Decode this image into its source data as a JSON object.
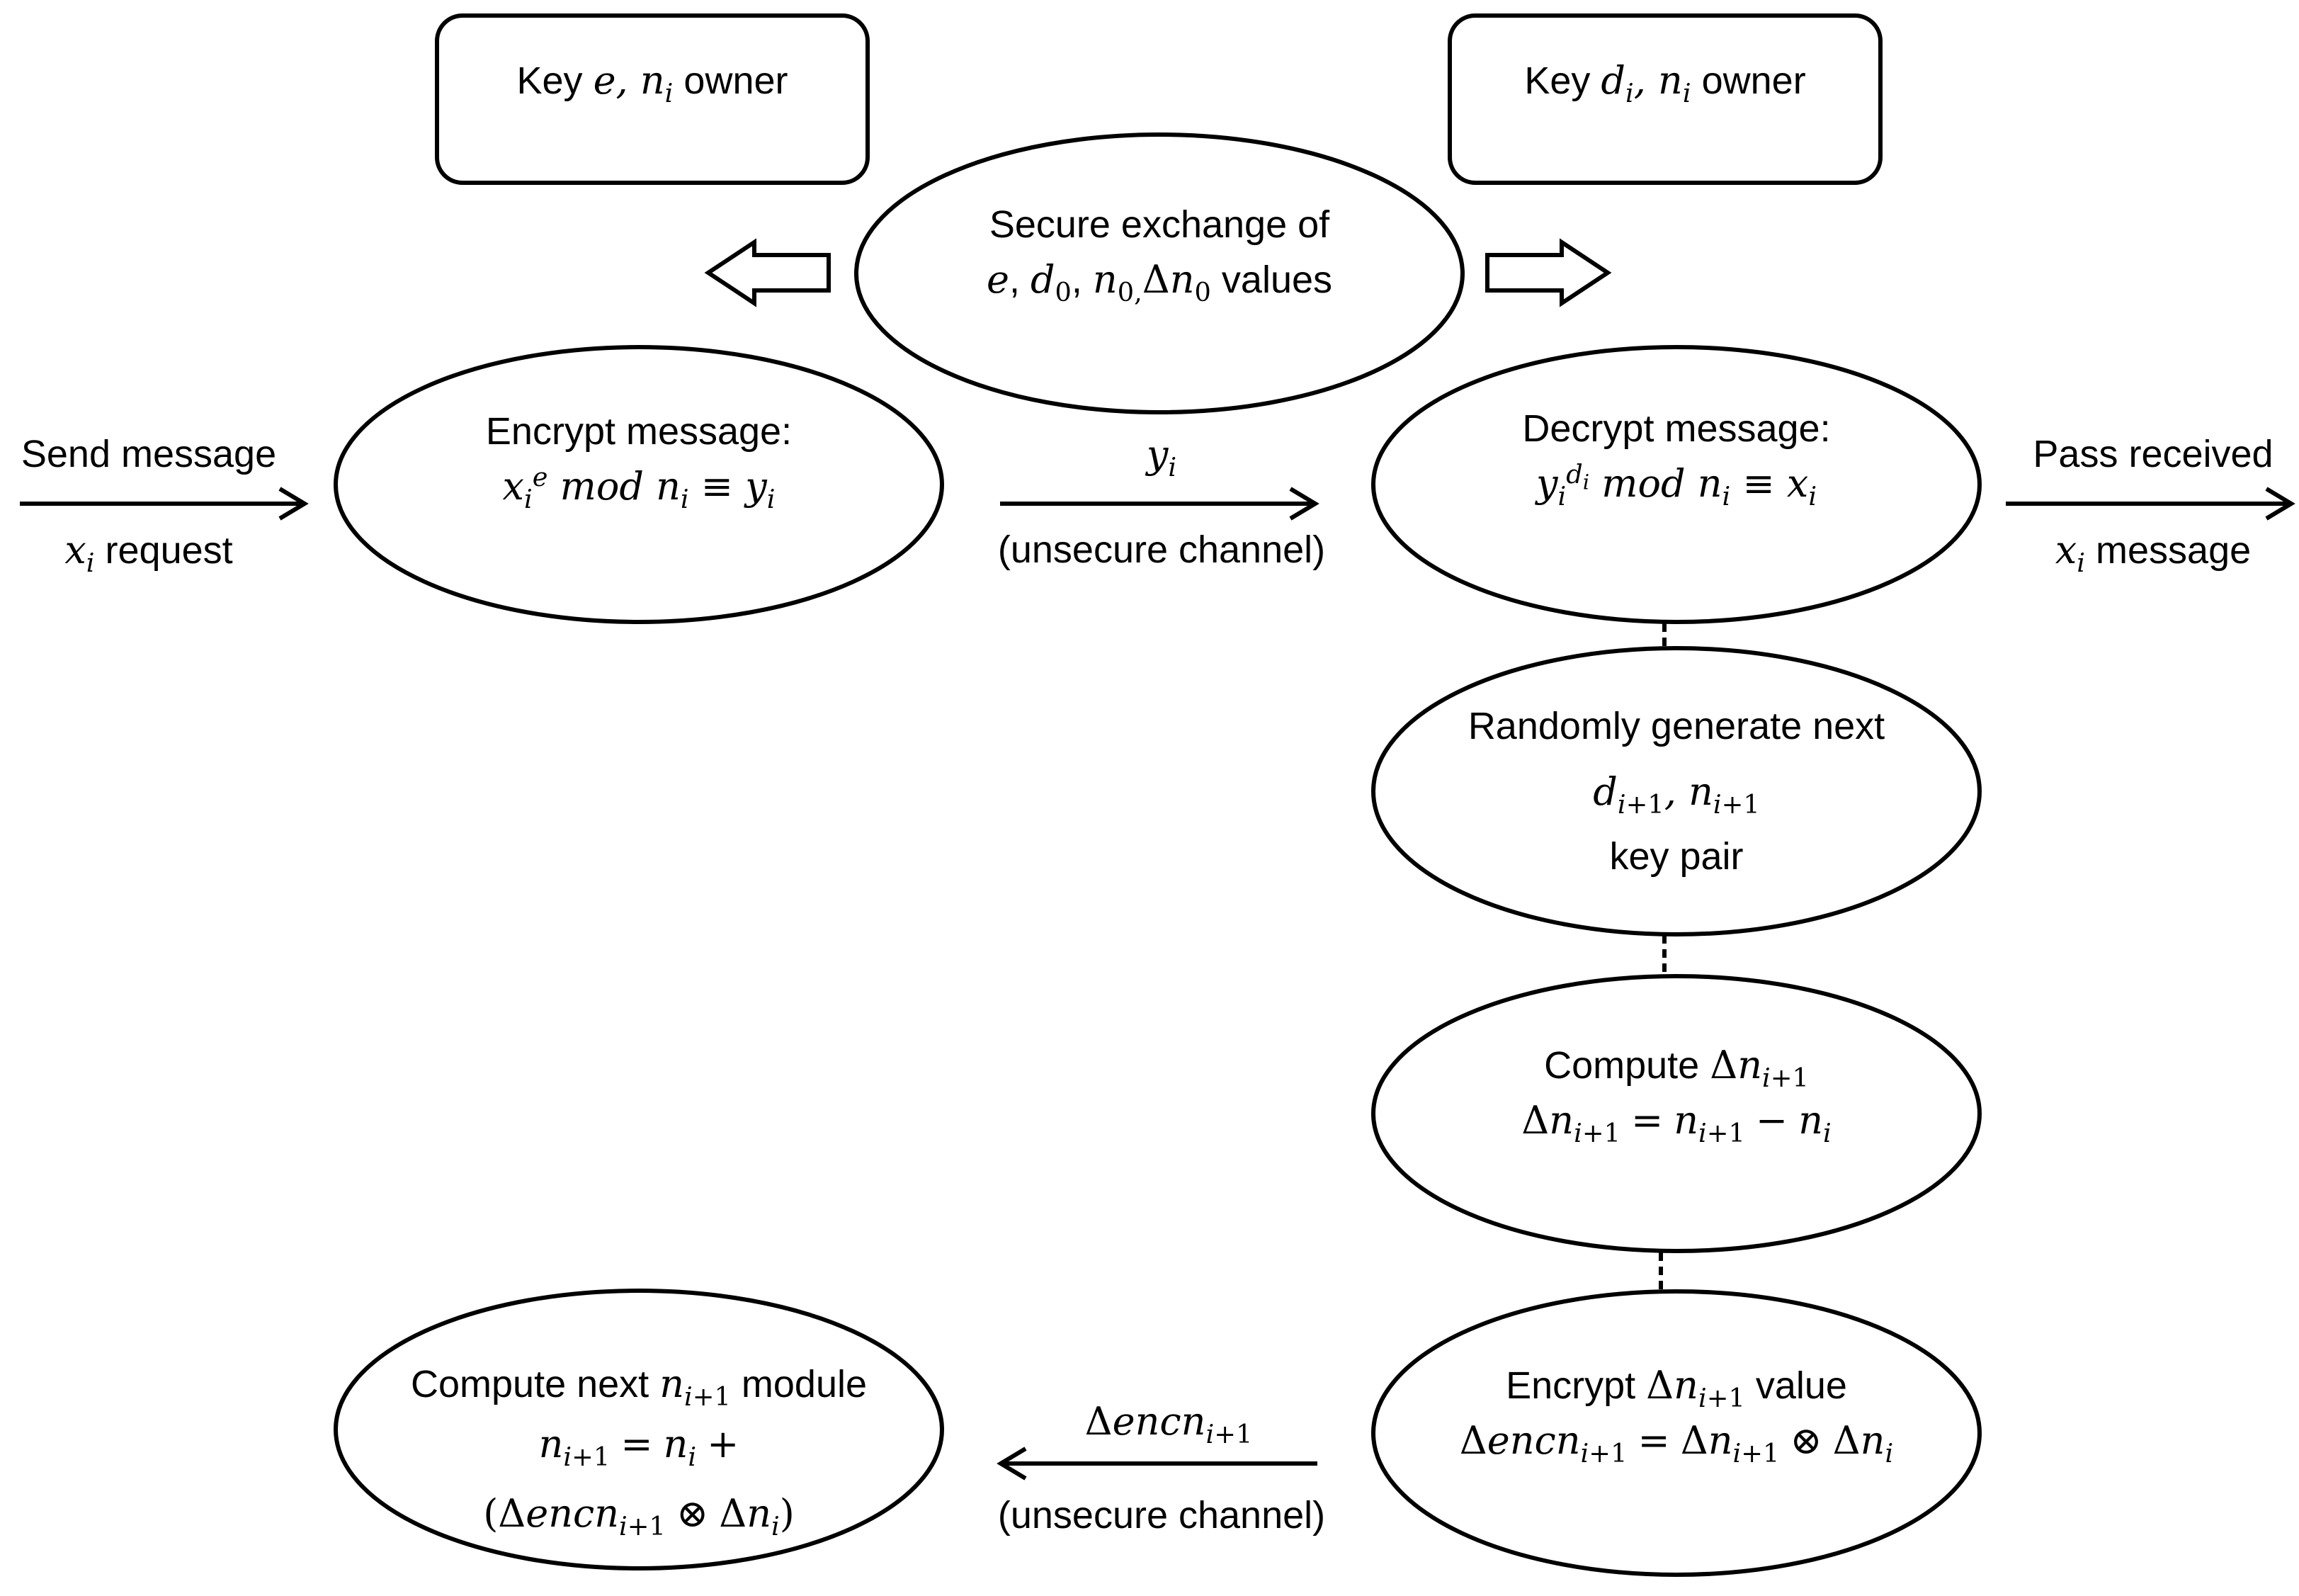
{
  "boxes": {
    "sender_owner": {
      "prefix": "Key",
      "vars": "e, n",
      "sub": "i",
      "suffix": "owner"
    },
    "receiver_owner": {
      "prefix": "Key",
      "vars": "d",
      "sub1": "i",
      "mid": ", n",
      "sub2": "i",
      "suffix": "owner"
    }
  },
  "secure_exchange": {
    "line1": "Secure exchange of",
    "line2_suffix": "values"
  },
  "encrypt": {
    "title": "Encrypt message:"
  },
  "decrypt": {
    "title": "Decrypt message:"
  },
  "keygen": {
    "line1": "Randomly generate next",
    "line3": "key pair"
  },
  "compute_delta": {
    "title": "Compute"
  },
  "encrypt_delta": {
    "title": "Encrypt",
    "suffix": "value"
  },
  "compute_module": {
    "title": "Compute next",
    "suffix": "module"
  },
  "edges": {
    "send_top": "Send message",
    "send_bottom": "request",
    "pass_top": "Pass received",
    "pass_bottom": "message",
    "channel_top_note": "(unsecure channel)",
    "channel_bottom_note": "(unsecure channel)"
  }
}
